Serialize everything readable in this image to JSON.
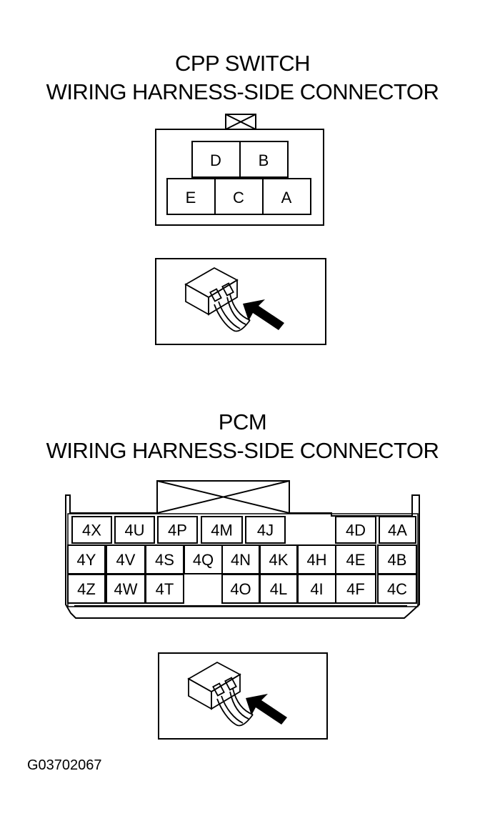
{
  "cpp": {
    "title_line1": "CPP SWITCH",
    "title_line2": "WIRING HARNESS-SIDE CONNECTOR",
    "pins_top": [
      "D",
      "B"
    ],
    "pins_bottom": [
      "E",
      "C",
      "A"
    ]
  },
  "pcm": {
    "title_line1": "PCM",
    "title_line2": "WIRING HARNESS-SIDE CONNECTOR",
    "row1": [
      "4X",
      "4U",
      "4P",
      "4M",
      "4J",
      "4D",
      "4A"
    ],
    "row2": [
      "4Y",
      "4V",
      "4S",
      "4Q",
      "4N",
      "4K",
      "4H",
      "4E",
      "4B"
    ],
    "row3": [
      "4Z",
      "4W",
      "4T",
      "4O",
      "4L",
      "4I",
      "4F",
      "4C"
    ]
  },
  "figure_code": "G03702067",
  "icons": [
    "connector-harness-side-icon",
    "arrow-icon"
  ]
}
